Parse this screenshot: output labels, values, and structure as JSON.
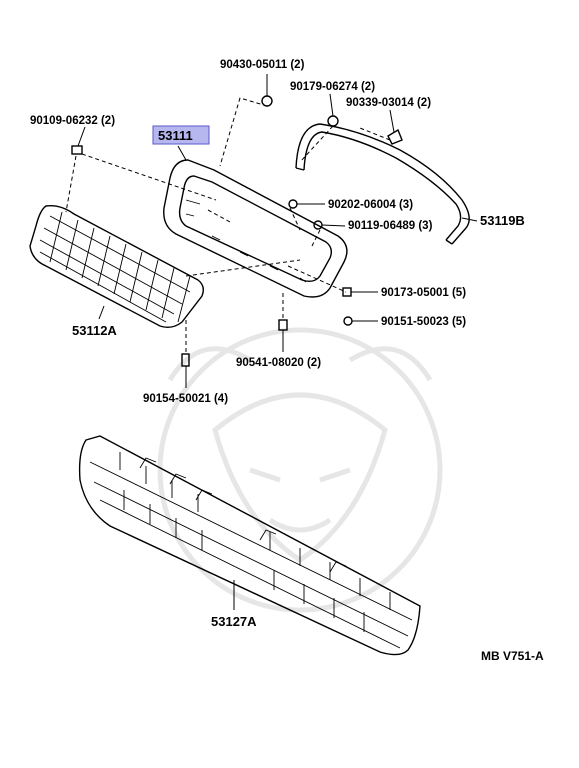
{
  "highlight_color": "#b7b7f0",
  "labels": {
    "p90430": "90430-05011 (2)",
    "p90179": "90179-06274 (2)",
    "p90339": "90339-03014 (2)",
    "p90109": "90109-06232 (2)",
    "p53111": "53111",
    "p90202": "90202-06004 (3)",
    "p90119": "90119-06489 (3)",
    "p53119B": "53119B",
    "p53112A": "53112A",
    "p90173": "90173-05001 (5)",
    "p90151": "90151-50023 (5)",
    "p90541": "90541-08020 (2)",
    "p90154": "90154-50021 (4)",
    "p53127A": "53127A",
    "diagram_ref": "MB V751-A"
  }
}
